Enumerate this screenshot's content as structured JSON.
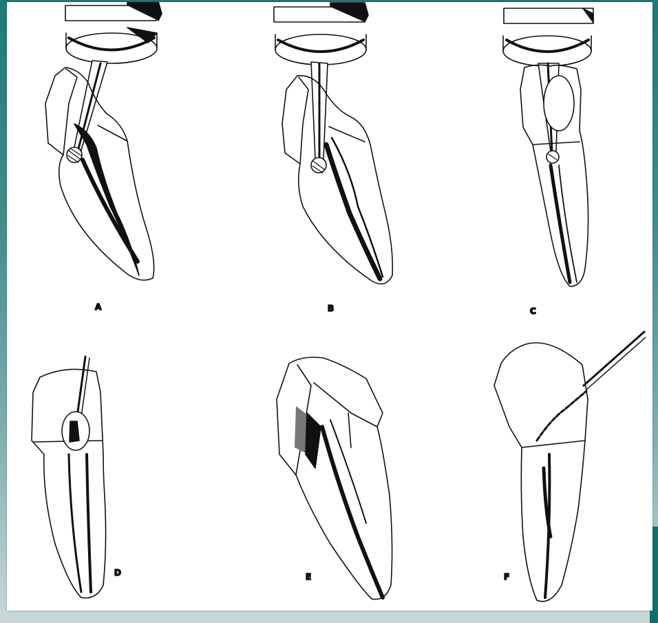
{
  "figure": {
    "panels": [
      {
        "label": "A",
        "subject": "tooth",
        "instrument": "round-bur-handpiece"
      },
      {
        "label": "B",
        "subject": "tooth",
        "instrument": "round-bur-handpiece"
      },
      {
        "label": "C",
        "subject": "tooth",
        "instrument": "round-bur-handpiece"
      },
      {
        "label": "D",
        "subject": "tooth",
        "instrument": "file"
      },
      {
        "label": "E",
        "subject": "tooth",
        "instrument": "none"
      },
      {
        "label": "F",
        "subject": "tooth",
        "instrument": "file"
      }
    ]
  },
  "colors": {
    "background_top": "#1c7a78",
    "background_bottom": "#c9d9d8",
    "panel": "#ffffff",
    "ink": "#111111"
  }
}
